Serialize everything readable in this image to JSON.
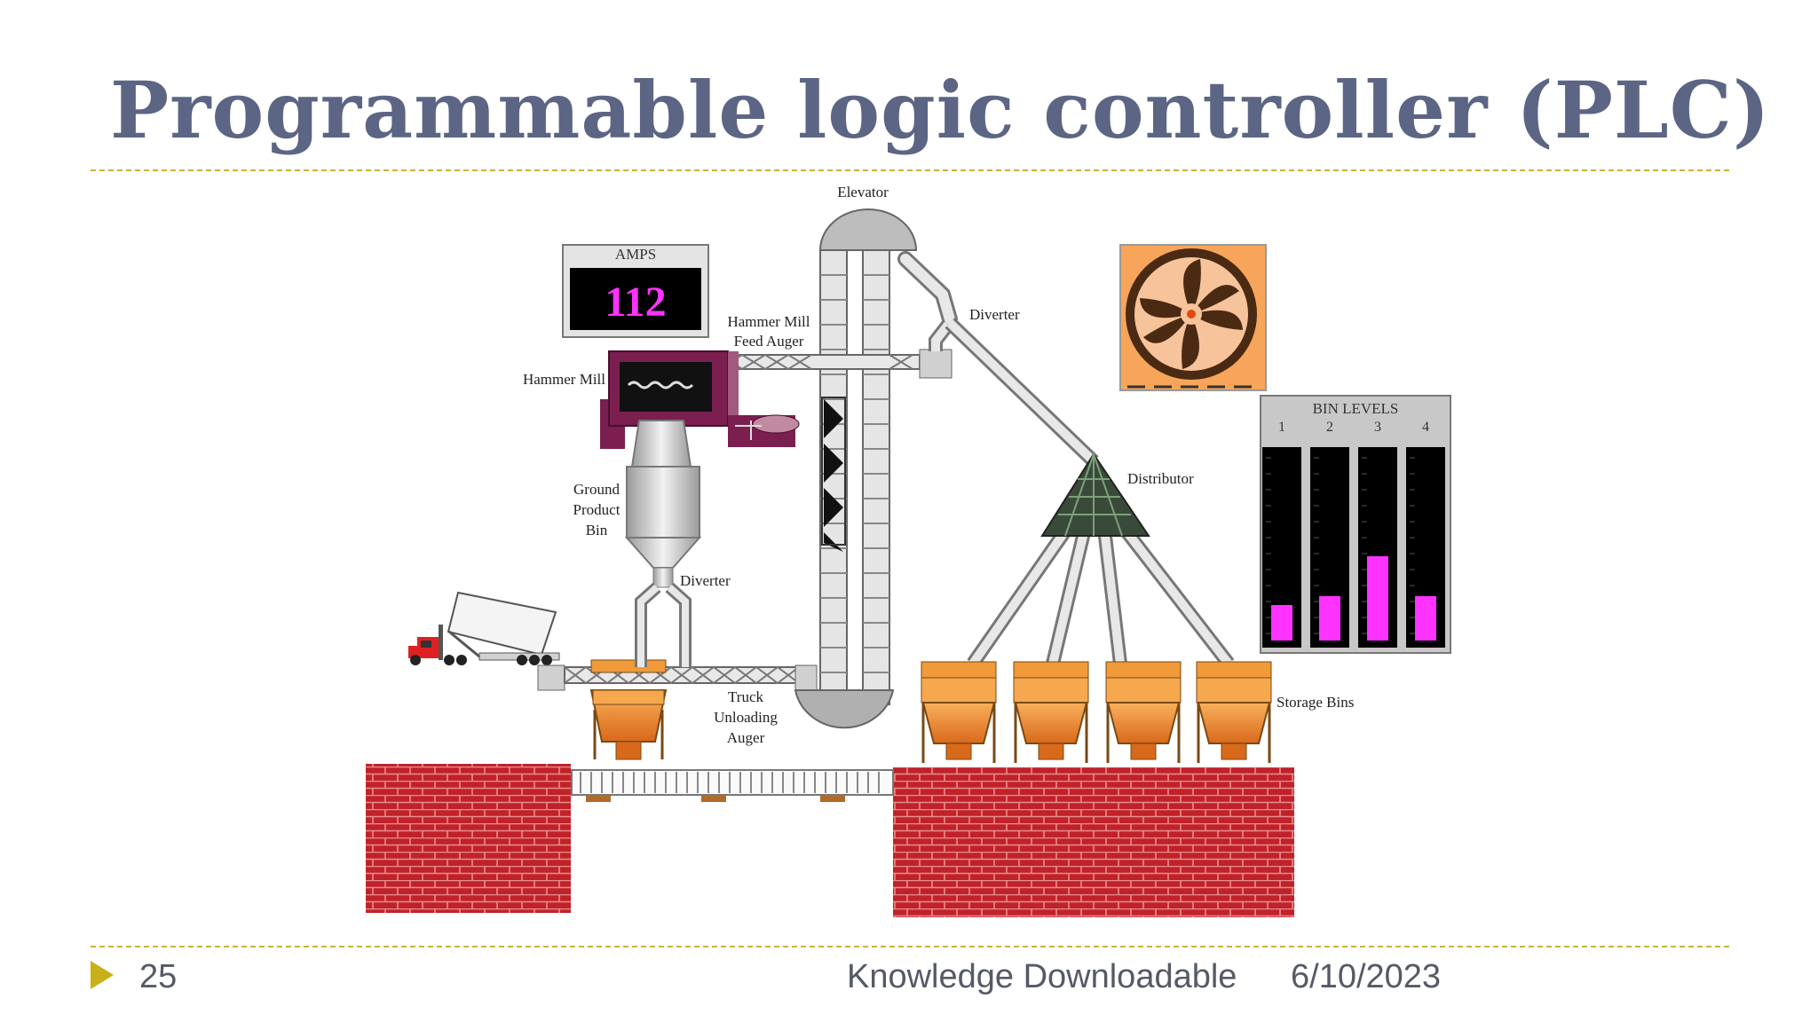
{
  "slide": {
    "title": "Programmable logic controller (PLC)",
    "page_number": "25",
    "footer_text": "Knowledge Downloadable",
    "date": "6/10/2023"
  },
  "diagram": {
    "amps_panel": {
      "label": "AMPS",
      "value": "112"
    },
    "labels": {
      "elevator": "Elevator",
      "hammer_mill_feed_auger_1": "Hammer Mill",
      "hammer_mill_feed_auger_2": "Feed Auger",
      "hammer_mill": "Hammer Mill",
      "diverter_top": "Diverter",
      "distributor": "Distributor",
      "ground_product_bin_1": "Ground",
      "ground_product_bin_2": "Product",
      "ground_product_bin_3": "Bin",
      "diverter_bottom": "Diverter",
      "truck_unloading_auger_1": "Truck",
      "truck_unloading_auger_2": "Unloading",
      "truck_unloading_auger_3": "Auger",
      "storage_bins": "Storage Bins"
    },
    "bin_levels": {
      "title": "BIN LEVELS",
      "bins": [
        {
          "label": "1",
          "level": 0.19
        },
        {
          "label": "2",
          "level": 0.24
        },
        {
          "label": "3",
          "level": 0.45
        },
        {
          "label": "4",
          "level": 0.24
        }
      ]
    },
    "colors": {
      "brick": "#c0222a",
      "bin_orange": "#f08a24",
      "display_magenta": "#ff33ff",
      "hammer_mill": "#7a1f4f",
      "fan_bg": "#f7a55a"
    }
  }
}
